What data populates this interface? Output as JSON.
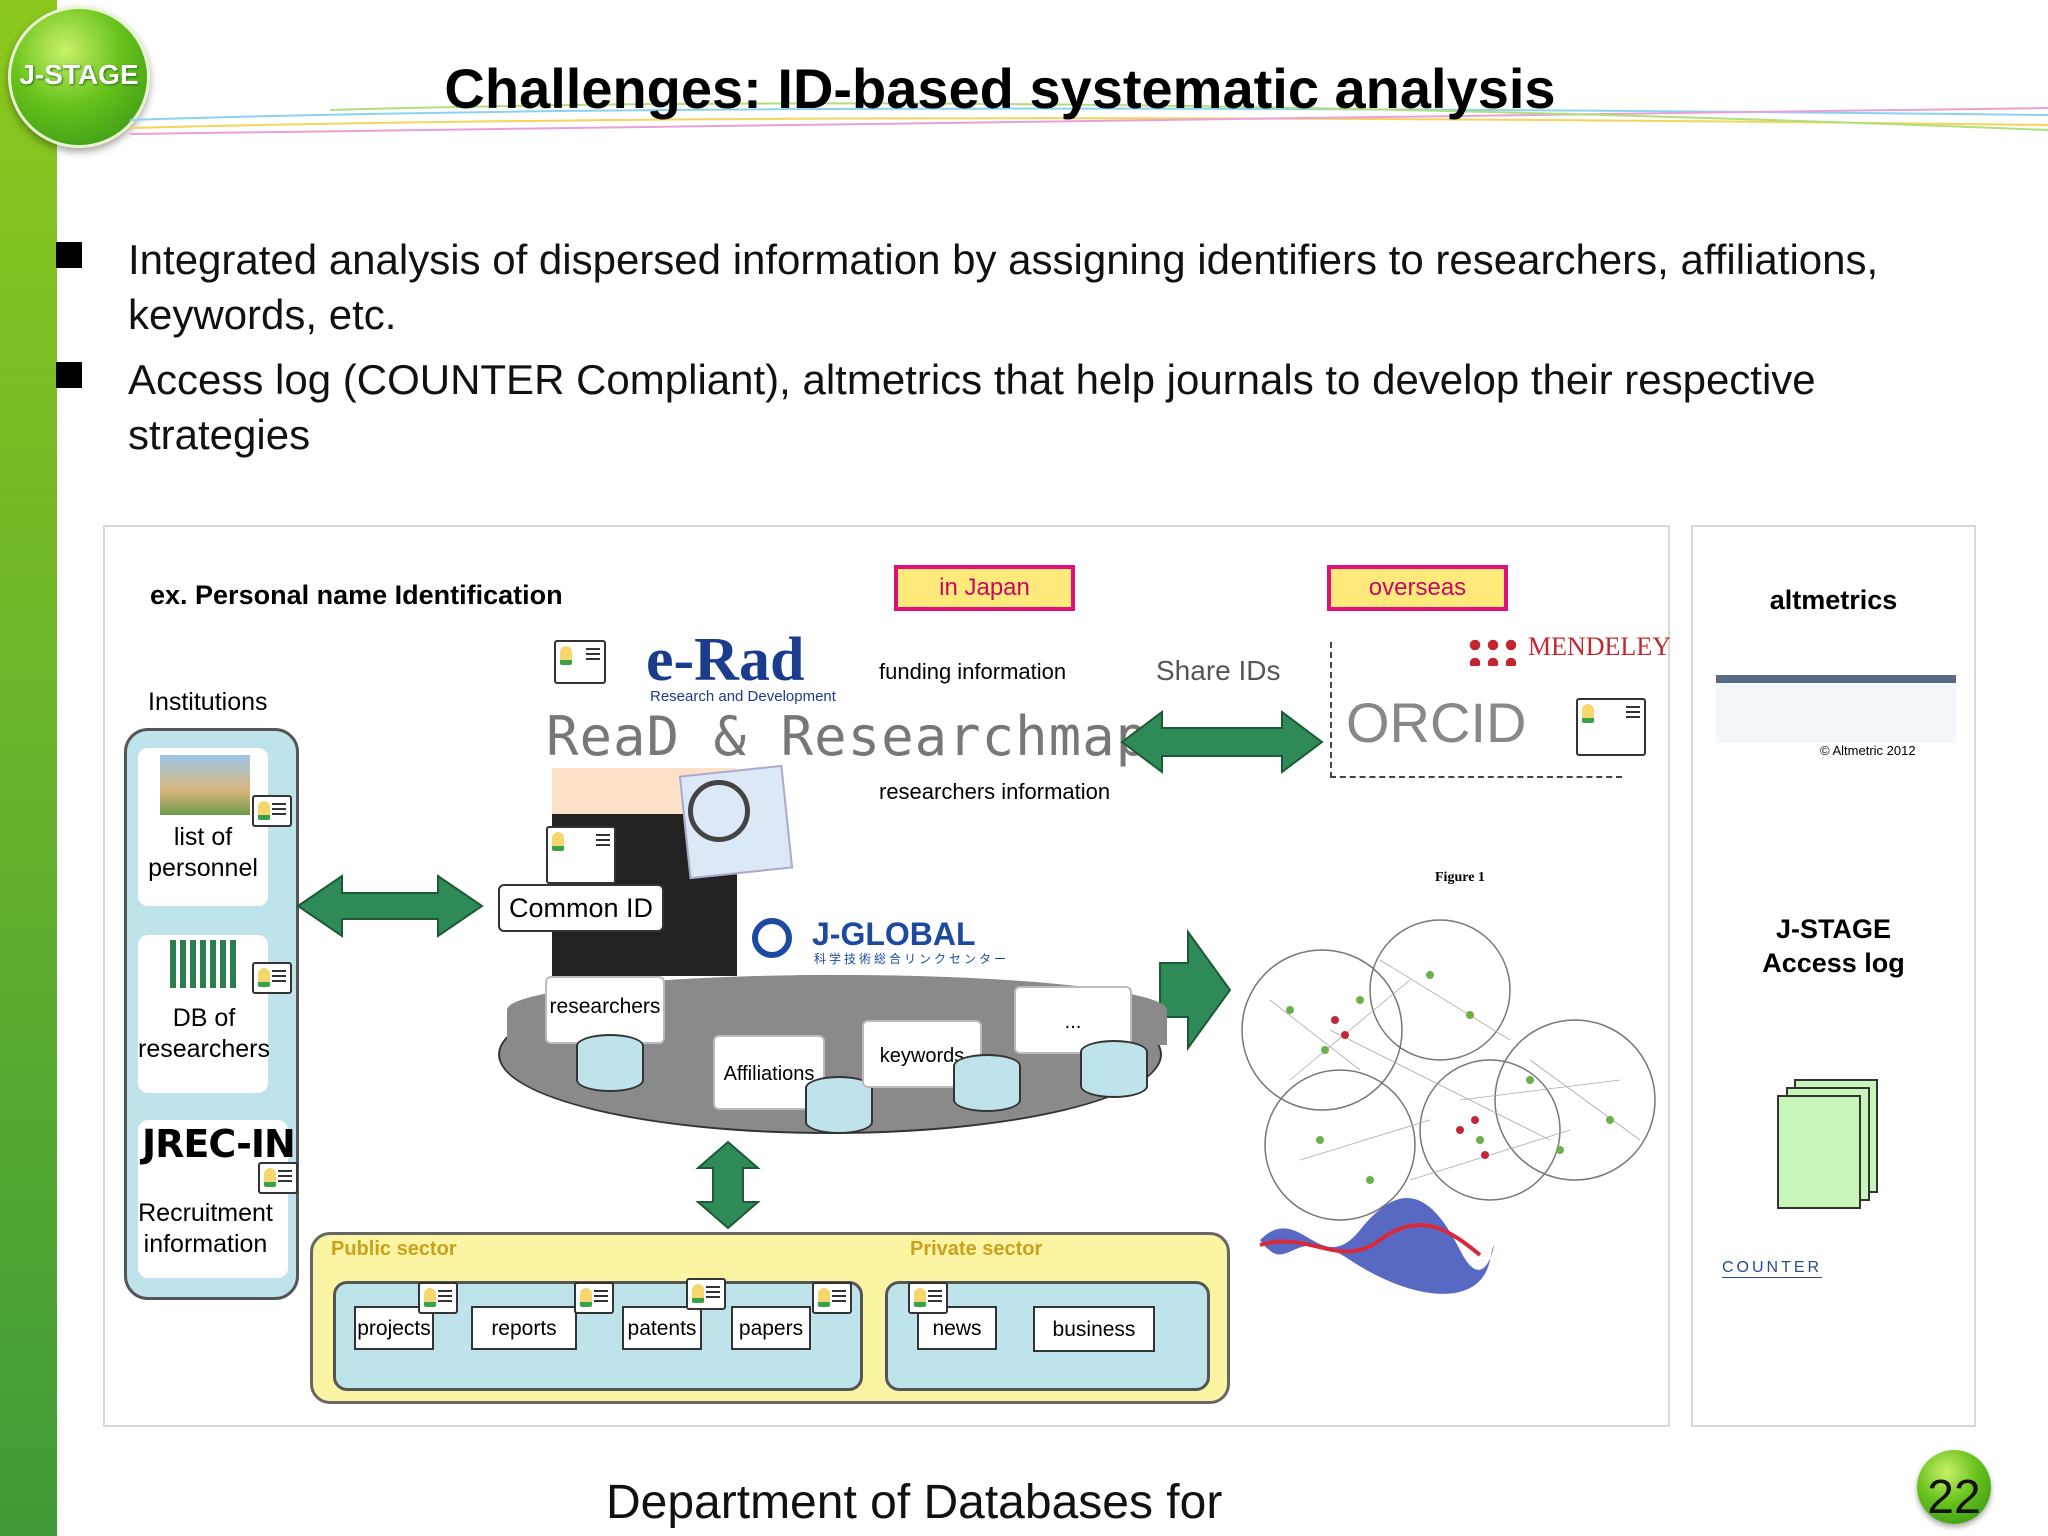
{
  "header": {
    "logo_text": "J-STAGE",
    "title": "Challenges: ID-based systematic analysis"
  },
  "bullets": [
    "Integrated analysis of dispersed information by assigning identifiers to researchers, affiliations, keywords, etc.",
    "Access log (COUNTER Compliant), altmetrics that help journals to develop their respective strategies"
  ],
  "diagram": {
    "heading": "ex. Personal name Identification",
    "tags": {
      "japan": "in Japan",
      "overseas": "overseas"
    },
    "institutions_label": "Institutions",
    "institutions": [
      "list of personnel",
      "DB of researchers",
      "Recruitment information"
    ],
    "jrec_logo": "JREC-IN",
    "erad_logo": "e-Rad",
    "erad_sub": "Research and Development",
    "readresearchmap": "ReaD & Researchmap",
    "funding_info": "funding information",
    "researchers_info": "researchers information",
    "share_ids": "Share IDs",
    "mendeley": "MENDELEY",
    "orcid": "ORCID",
    "common_id": "Common ID",
    "jglobal": "J-GLOBAL",
    "jglobal_sub": "科学技術総合リンクセンター",
    "db_nodes": [
      "researchers",
      "Affiliations",
      "keywords",
      "..."
    ],
    "public_sector": "Public sector",
    "private_sector": "Private sector",
    "public_items": [
      "projects",
      "reports",
      "patents",
      "papers"
    ],
    "private_items": [
      "news",
      "business"
    ],
    "figure_label": "Figure 1"
  },
  "side": {
    "altmetrics": "altmetrics",
    "altmetric_credit": "© Altmetric 2012",
    "access_log": "J-STAGE\nAccess log",
    "counter_logo": "COUNTER"
  },
  "footer": {
    "text": "Department of Databases for",
    "page_number": "22"
  },
  "colors": {
    "sidebar": "#6cb52a",
    "arrow": "#2e8b57",
    "tag_border": "#e0107a",
    "tag_fill": "#ffe97a"
  }
}
